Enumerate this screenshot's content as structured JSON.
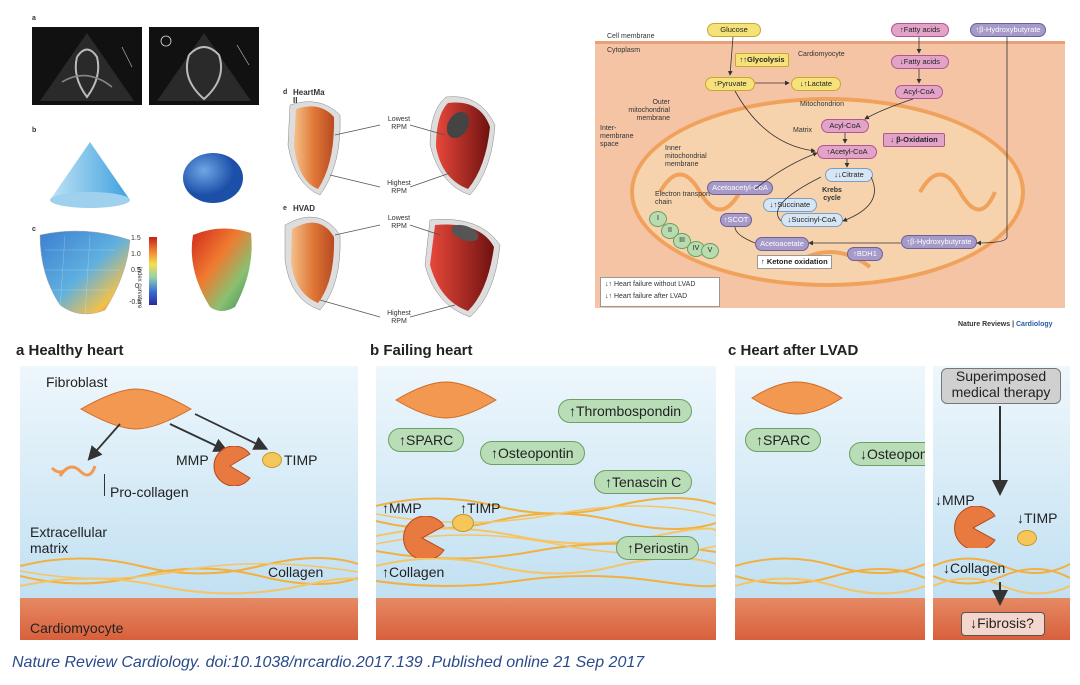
{
  "left_panel": {
    "label_a": "a",
    "label_b": "b",
    "label_c": "c",
    "label_d": "d",
    "label_e": "e",
    "heartmate_title": "HeartMate II",
    "hvad_title": "HVAD",
    "lowest_rpm": "Lowest RPM",
    "highest_rpm": "Highest RPM",
    "colorbar_title": "Index curvature",
    "colorbar_ticks": [
      "1.5",
      "1.0",
      "0.5",
      "0",
      "-0.5"
    ]
  },
  "metabolism": {
    "cell_membrane": "Cell membrane",
    "cytoplasm": "Cytoplasm",
    "cardiomyocyte": "Cardiomyocyte",
    "mitochondrion": "Mitochondrion",
    "matrix": "Matrix",
    "outer_membrane": "Outer mitochondrial membrane",
    "intermembrane": "Inter-membrane space",
    "inner_membrane": "Inner mitochondrial membrane",
    "etc": "Electron transport chain",
    "krebs": "Krebs cycle",
    "glucose": "Glucose",
    "glycolysis": "↑↑Glycolysis",
    "pyruvate": "↑Pyruvate",
    "lactate": "↓↑Lactate",
    "fatty_acids_top": "↑Fatty acids",
    "fatty_acids_mid": "↓Fatty acids",
    "acyl_coa_1": "Acyl-CoA",
    "acyl_coa_2": "Acyl-CoA",
    "beta_ox": "↓ β-Oxidation",
    "acetyl_coa": "↑Acetyl-CoA",
    "citrate": "↓↓Citrate",
    "succinate": "↓↑Succinate",
    "succinyl_coa": "↓Succinyl-CoA",
    "acetoacetyl_coa": "Acetoacetyl-CoA",
    "scot": "↑SCOT",
    "acetoacetate": "Acetoacetate",
    "ketone_ox": "↑ Ketone oxidation",
    "bdh1": "↑BDH1",
    "bhb_top": "↑β-Hydroxybutyrate",
    "bhb_bottom": "↑β-Hydroxybutyrate",
    "complexes": [
      "I",
      "II",
      "III",
      "IV",
      "V"
    ],
    "legend_1": "↓↑ Heart failure without LVAD",
    "legend_2": "↓↑ Heart failure after LVAD",
    "journal": "Nature Reviews",
    "journal_sub": "Cardiology"
  },
  "ecm": {
    "a_title": "a  Healthy heart",
    "b_title": "b  Failing heart",
    "c_title": "c  Heart after LVAD",
    "fibroblast": "Fibroblast",
    "mmp": "MMP",
    "timp": "TIMP",
    "procollagen": "Pro-collagen",
    "ecm_label": "Extracellular matrix",
    "collagen": "Collagen",
    "cardiomyocyte": "Cardiomyocyte",
    "b_sparc": "↑SPARC",
    "b_osteopontin": "↑Osteopontin",
    "b_thrombospondin": "↑Thrombospondin",
    "b_tenascin": "↑Tenascin C",
    "b_periostin": "↑Periostin",
    "b_mmp": "↑MMP",
    "b_timp": "↑TIMP",
    "b_collagen": "↑Collagen",
    "c_sparc": "↑SPARC",
    "c_osteopontin": "↓Osteopontin",
    "c_therapy": "Superimposed medical therapy",
    "c_mmp": "↓MMP",
    "c_timp": "↓TIMP",
    "c_collagen": "↓Collagen",
    "c_fibrosis": "↓Fibrosis?"
  },
  "citation": "Nature Review Cardiology. doi:10.1038/nrcardio.2017.139 .Published online 21 Sep 2017",
  "colors": {
    "mito_orange": "#f0a15c",
    "mito_bg": "#f7d3ad",
    "cytoplasm": "#f4c4a5",
    "ecm_blue_top": "#e7f3fb",
    "ecm_blue_bottom": "#b9dcf0",
    "cardiomyocyte_red": "#e06c46",
    "green_pill": "#b9ddb7",
    "citation": "#2a4a8a"
  }
}
